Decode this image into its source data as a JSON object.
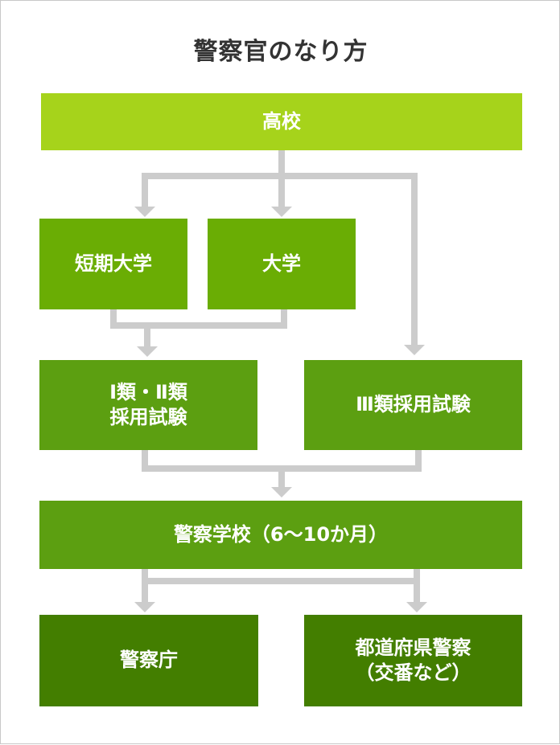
{
  "title": "警察官のなり方",
  "colors": {
    "level1": "#a6d31b",
    "level2": "#6aad04",
    "level3": "#5c9f11",
    "level4": "#437e00",
    "connector": "#cccccc"
  },
  "nodes": {
    "high_school": "高校",
    "junior_college": "短期大学",
    "university": "大学",
    "exam_1_2": "Ⅰ類・Ⅱ類\n採用試験",
    "exam_3": "Ⅲ類採用試験",
    "police_academy": "警察学校（6〜10か月）",
    "npa": "警察庁",
    "prefectural": "都道府県警察\n（交番など）"
  }
}
